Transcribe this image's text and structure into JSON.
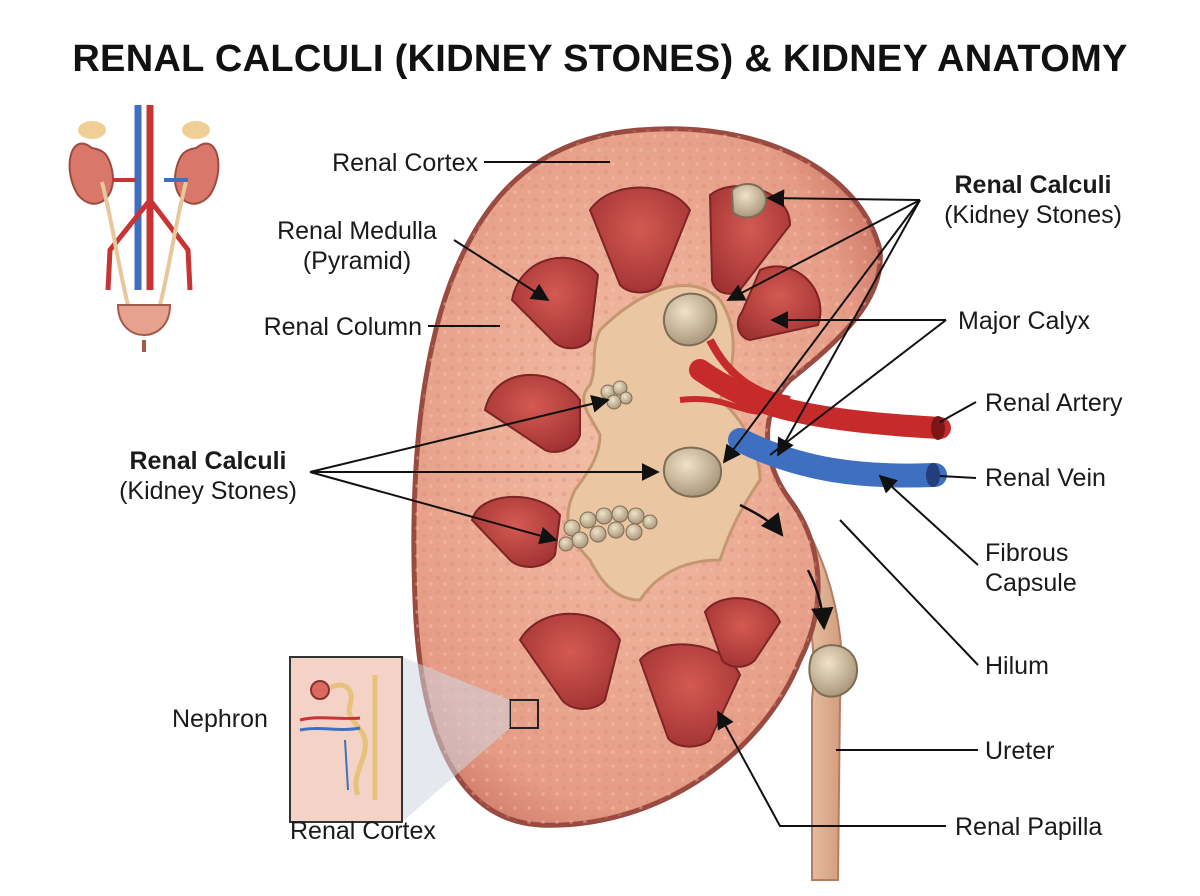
{
  "title": "RENAL CALCULI (KIDNEY STONES) & KIDNEY ANATOMY",
  "labels": {
    "renal_cortex": "Renal Cortex",
    "renal_medulla_line1": "Renal Medulla",
    "renal_medulla_line2": "(Pyramid)",
    "renal_column": "Renal Column",
    "calculi_left_line1": "Renal Calculi",
    "calculi_left_line2": "(Kidney Stones)",
    "calculi_right_line1": "Renal Calculi",
    "calculi_right_line2": "(Kidney Stones)",
    "major_calyx": "Major Calyx",
    "renal_artery": "Renal Artery",
    "renal_vein": "Renal Vein",
    "fibrous_capsule_line1": "Fibrous",
    "fibrous_capsule_line2": "Capsule",
    "hilum": "Hilum",
    "ureter": "Ureter",
    "renal_papilla": "Renal Papilla",
    "nephron": "Nephron",
    "inset_renal_cortex": "Renal Cortex"
  },
  "colors": {
    "cortex": "#e9a58f",
    "medulla": "#b83a3a",
    "pelvis": "#ecc9a3",
    "artery": "#c62a2a",
    "vein": "#3f6fc0",
    "stone": "#c8b595",
    "capsule": "#b85a4d"
  }
}
